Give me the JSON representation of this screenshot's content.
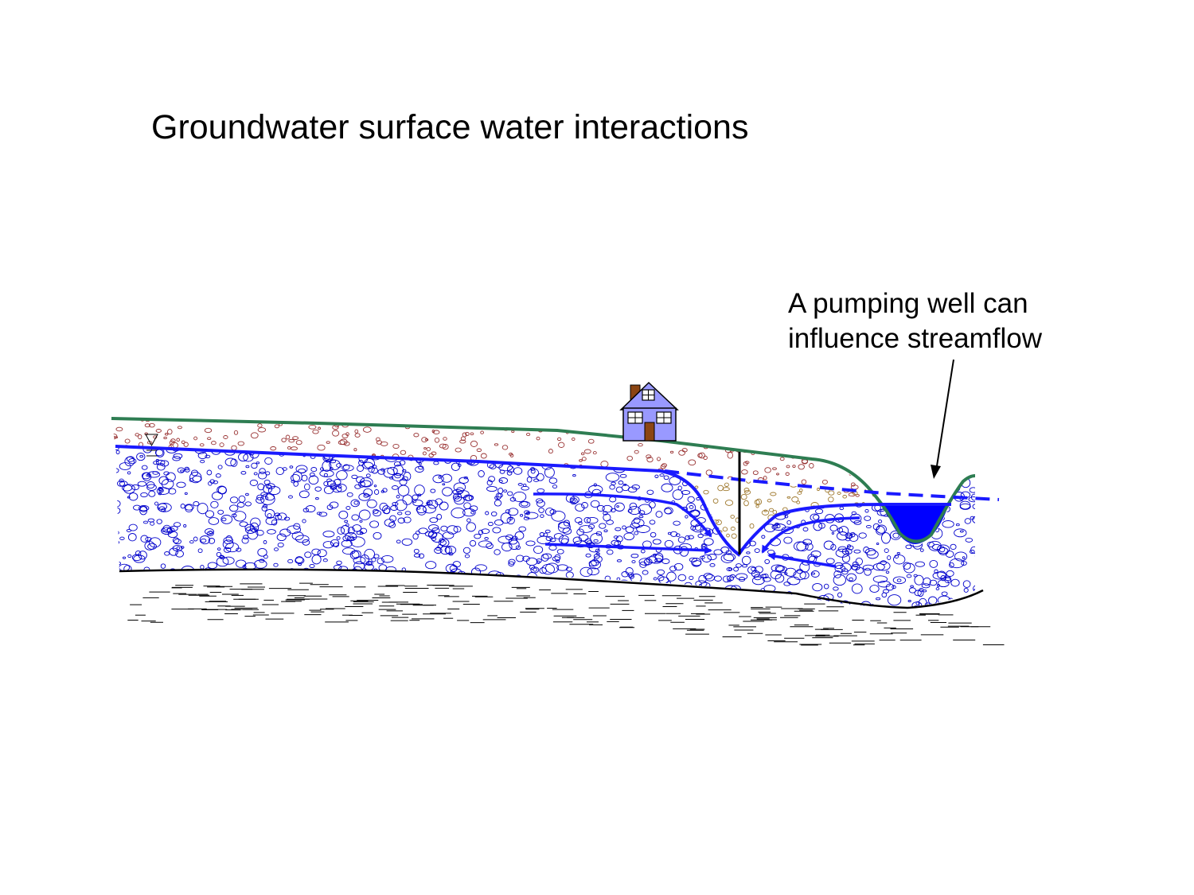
{
  "title": "Groundwater surface water interactions",
  "callout": {
    "line1": "A pumping well can",
    "line2": "influence streamflow"
  },
  "icons": {
    "water_table": "water-table-triangle-icon",
    "house": "house-icon"
  },
  "colors": {
    "land_surface": "#2e7d52",
    "water_table": "#1a1aff",
    "stream_water": "#0000ff",
    "aquifer_grains": "#0000cc",
    "unsaturated_grains": "#993333",
    "unsaturated_grains_depleted": "#a07a30",
    "bedrock": "#000000",
    "house_wall": "#9999ff",
    "chimney": "#8b4513"
  }
}
